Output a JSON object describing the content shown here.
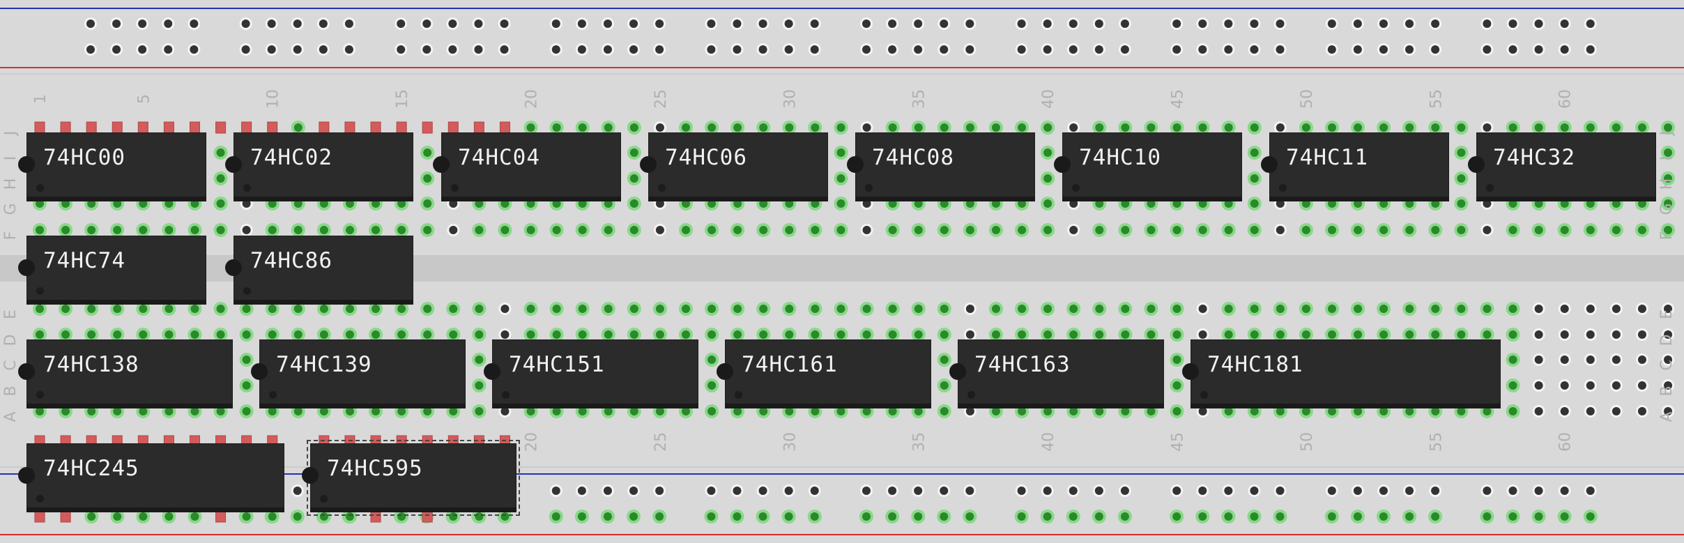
{
  "breadboard": {
    "colors": {
      "board": "#d9d9d9",
      "trough": "#c8c8c8",
      "hole": "#333333",
      "hole_connected": "#2a8a2a",
      "hole_halo_connected": "#8ad88a",
      "pin_red": "#d45b5b",
      "rail_blue": "#2433b5",
      "rail_red": "#d23030",
      "chip_body": "#2b2b2b",
      "chip_text": "#f2f2f2",
      "number_text": "#b0b0b0"
    },
    "column_numbers_top": [
      "1",
      "5",
      "10",
      "15",
      "20",
      "25",
      "30",
      "35",
      "40",
      "45",
      "50",
      "55",
      "60"
    ],
    "column_numbers_bottom": [
      "20",
      "25",
      "30",
      "35",
      "40",
      "45",
      "50",
      "55",
      "60"
    ],
    "row_letters_top": [
      "J",
      "I",
      "H",
      "G",
      "F"
    ],
    "row_letters_bottom": [
      "E",
      "D",
      "C",
      "B",
      "A"
    ]
  },
  "chips": [
    {
      "name": "74HC00",
      "selected": false
    },
    {
      "name": "74HC02",
      "selected": false
    },
    {
      "name": "74HC04",
      "selected": false
    },
    {
      "name": "74HC06",
      "selected": false
    },
    {
      "name": "74HC08",
      "selected": false
    },
    {
      "name": "74HC10",
      "selected": false
    },
    {
      "name": "74HC11",
      "selected": false
    },
    {
      "name": "74HC32",
      "selected": false
    },
    {
      "name": "74HC74",
      "selected": false
    },
    {
      "name": "74HC86",
      "selected": false
    },
    {
      "name": "74HC138",
      "selected": false
    },
    {
      "name": "74HC139",
      "selected": false
    },
    {
      "name": "74HC151",
      "selected": false
    },
    {
      "name": "74HC161",
      "selected": false
    },
    {
      "name": "74HC163",
      "selected": false
    },
    {
      "name": "74HC181",
      "selected": false
    },
    {
      "name": "74HC245",
      "selected": false
    },
    {
      "name": "74HC595",
      "selected": true
    }
  ]
}
